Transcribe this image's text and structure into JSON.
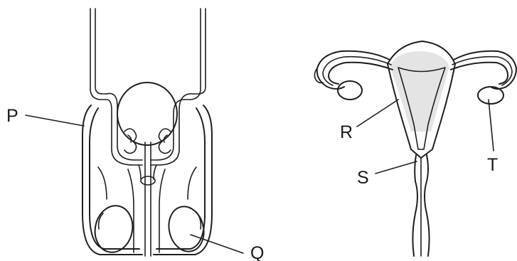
{
  "labels": {
    "p": "P",
    "q": "Q",
    "r": "R",
    "s": "S",
    "t": "T"
  }
}
